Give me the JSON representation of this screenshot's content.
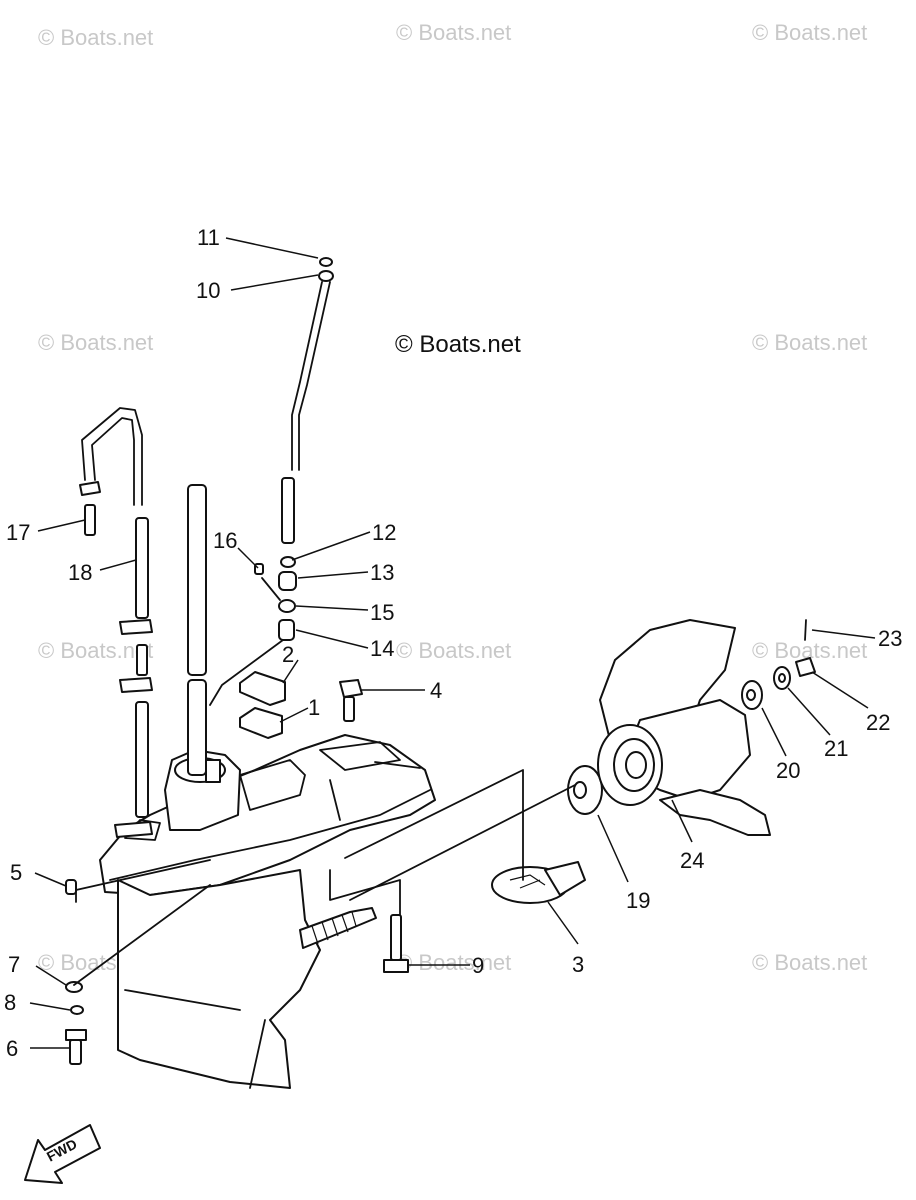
{
  "watermarks": [
    "© Boats.net",
    "© Boats.net",
    "© Boats.net",
    "© Boats.net",
    "© Boats.net",
    "© Boats.net",
    "© Boats.net",
    "© Boats.net",
    "© Boats.net",
    "© Boats.net",
    "© Boats.net"
  ],
  "center_watermark": "© Boats.net",
  "fwd_label": "FWD",
  "callouts": {
    "c1": "1",
    "c2": "2",
    "c3": "3",
    "c4": "4",
    "c5": "5",
    "c6": "6",
    "c7": "7",
    "c8": "8",
    "c9": "9",
    "c10": "10",
    "c11": "11",
    "c12": "12",
    "c13": "13",
    "c14": "14",
    "c15": "15",
    "c16": "16",
    "c17": "17",
    "c18": "18",
    "c19": "19",
    "c20": "20",
    "c21": "21",
    "c22": "22",
    "c23": "23",
    "c24": "24"
  },
  "colors": {
    "ink": "#111111",
    "watermark": "#c8c8c8",
    "background": "#ffffff"
  }
}
